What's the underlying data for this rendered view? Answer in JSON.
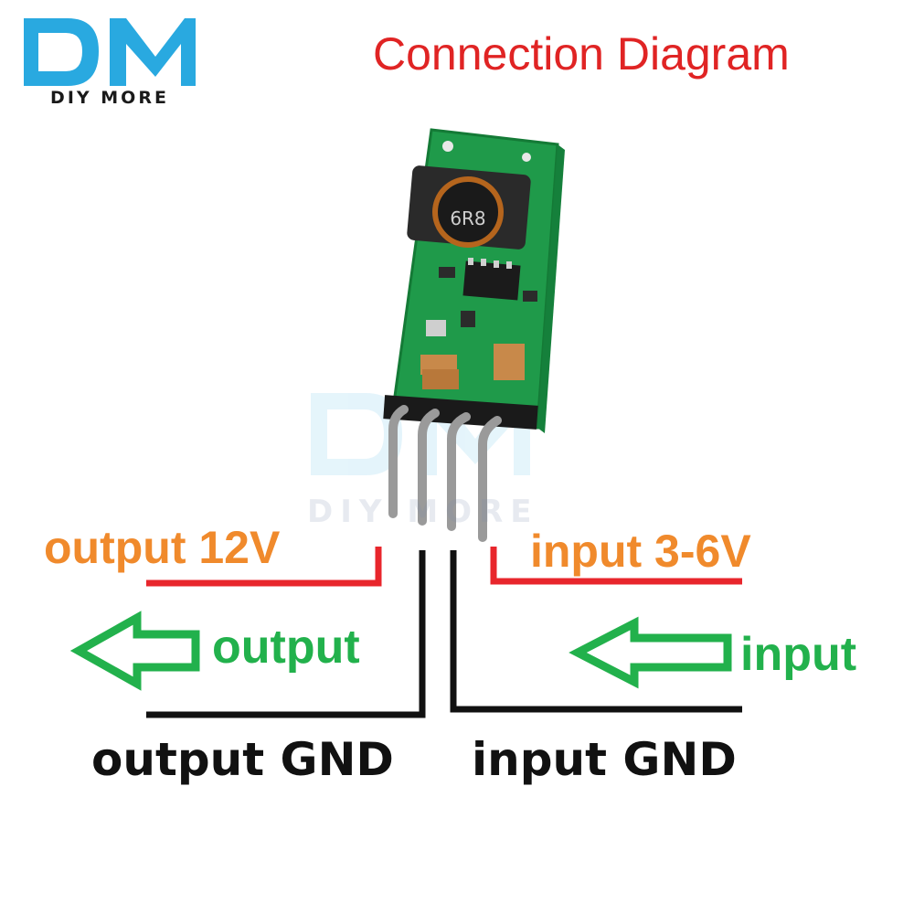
{
  "brand": {
    "logo_text": "DIY MORE",
    "logo_color": "#29a9e0"
  },
  "title": "Connection Diagram",
  "labels": {
    "output_voltage": "output 12V",
    "input_voltage": "input 3-6V",
    "output_direction": "output",
    "input_direction": "input",
    "output_gnd": "output GND",
    "input_gnd": "input GND"
  },
  "module": {
    "inductor_marking": "6R8",
    "pin_count": 4
  },
  "colors": {
    "title": "#e02424",
    "voltage_labels": "#f08a2c",
    "direction_labels": "#22b14c",
    "gnd_labels": "#111111",
    "power_lines": "#e8262c",
    "gnd_lines": "#111111",
    "pcb": "#1f9a4a"
  }
}
